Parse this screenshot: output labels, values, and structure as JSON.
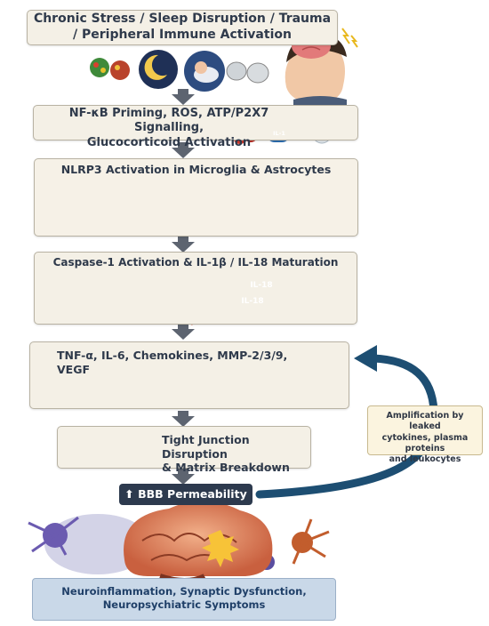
{
  "steps": {
    "s1": {
      "line1": "Chronic Stress / Sleep Disruption / Trauma",
      "line2": "/ Peripheral Immune Activation"
    },
    "s2": {
      "line1": "NF-κB Priming, ROS, ATP/P2X7 Signalling,",
      "line2": "Glucocorticoid Activation"
    },
    "s3": {
      "text": "NLRP3 Activation in Microglia & Astrocytes"
    },
    "s4": {
      "text": "Caspase-1 Activation & IL-1β / IL-18 Maturation"
    },
    "s5": {
      "text": "TNF-α, IL-6, Chemokines, MMP-2/3/9, VEGF"
    },
    "s6": {
      "line1": "Tight Junction Disruption",
      "line2": "& Matrix Breakdown"
    }
  },
  "labels": {
    "il18_a": "IL-18",
    "il18_b": "IL-18",
    "il1": "IL-1"
  },
  "bbb_badge": "BBB Permeability",
  "amplification": {
    "line1": "Amplification by leaked",
    "line2": "cytokines, plasma proteins",
    "line3": "and leukocytes"
  },
  "outcome": {
    "line1": "Neuroinflammation, Synaptic Dysfunction,",
    "line2": "Neuropsychiatric Symptoms"
  },
  "colors": {
    "box_bg": "#f4f0e6",
    "arrow_gray": "#5d6470",
    "feedback_arrow": "#1d4e72",
    "badge_bg": "#2d3a4e",
    "outcome_bg": "#c9d8e8",
    "up_arrow": "#b42a22"
  }
}
